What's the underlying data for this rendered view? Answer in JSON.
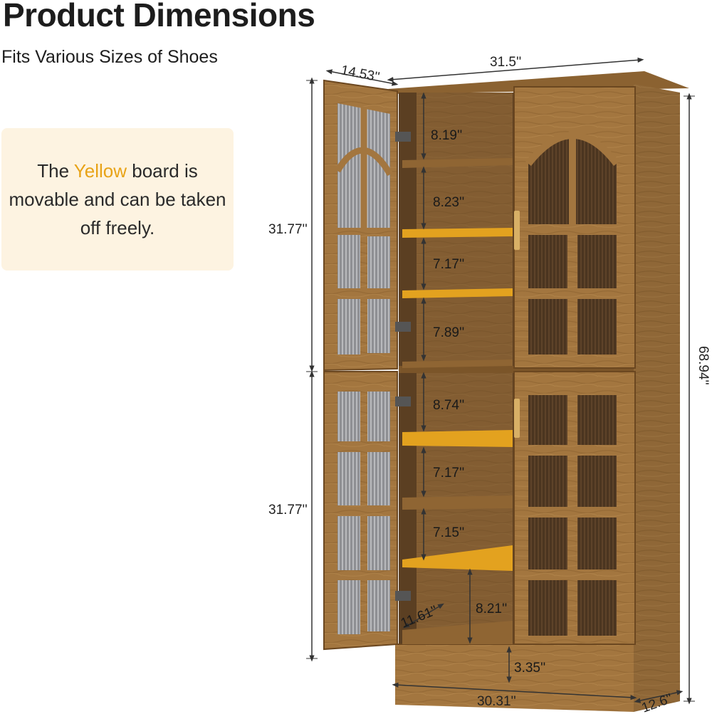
{
  "header": {
    "title": "Product Dimensions",
    "subtitle": "Fits Various Sizes of Shoes"
  },
  "note": {
    "before": "The ",
    "highlight": "Yellow",
    "after": " board is movable and can be taken off freely."
  },
  "colors": {
    "wood": "#a0733d",
    "wood_dark": "#6b4720",
    "yellow_board": "#e3a21f",
    "note_bg": "#fdf3e1",
    "highlight": "#e8a317"
  },
  "dimensions": {
    "depth_top": "14.53''",
    "width_top": "31.5''",
    "height_upper": "31.77''",
    "height_lower": "31.77''",
    "height_total": "68.94''",
    "shelf_1": "8.19''",
    "shelf_2": "8.23''",
    "shelf_3": "7.17''",
    "shelf_4": "7.89''",
    "shelf_5": "8.74''",
    "shelf_6": "7.17''",
    "shelf_7": "7.15''",
    "shelf_8": "8.21''",
    "inner_depth": "11.61''",
    "base_height": "3.35''",
    "width_bottom": "30.31''",
    "depth_bottom": "12.6''"
  }
}
